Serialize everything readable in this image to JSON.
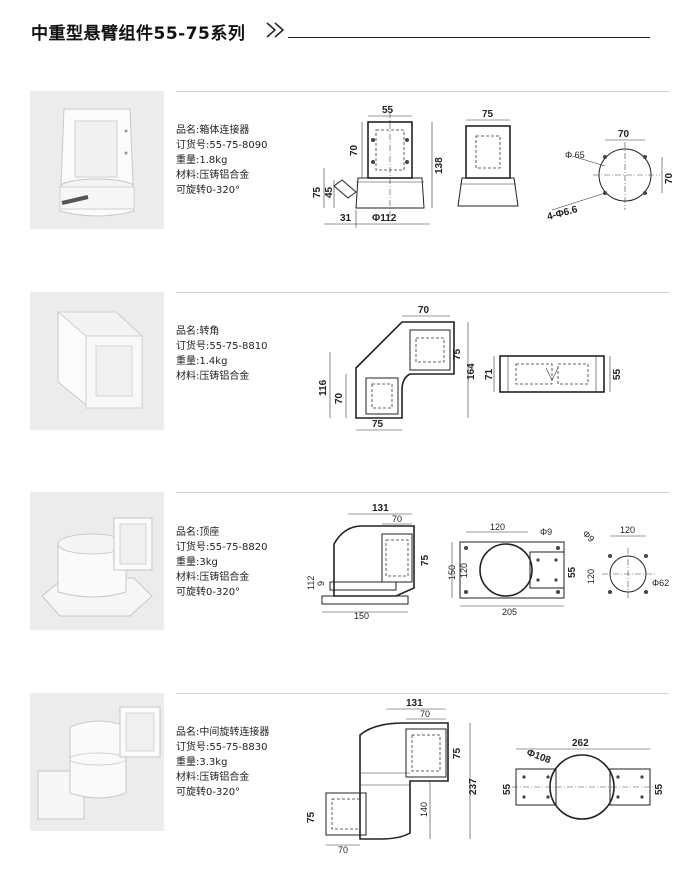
{
  "page": {
    "title": "中重型悬臂组件55-75系列"
  },
  "products": [
    {
      "name": "品名:箱体连接器",
      "order": "订货号:55-75-8090",
      "weight": "重量:1.8kg",
      "material": "材料:压铸铝合金",
      "rotation": "可旋转0-320°",
      "dims": {
        "d55": "55",
        "d70": "70",
        "d138": "138",
        "d75": "75",
        "d45": "45",
        "d31": "31",
        "d112": "Φ112",
        "d75b": "75",
        "d70b": "70",
        "d70c": "70",
        "d65": "Φ 65",
        "d66": "4-Φ6.6"
      }
    },
    {
      "name": "品名:转角",
      "order": "订货号:55-75-8810",
      "weight": "重量:1.4kg",
      "material": "材料:压铸铝合金",
      "dims": {
        "d70": "70",
        "d75": "75",
        "d164": "164",
        "d116": "116",
        "d70b": "70",
        "d75b": "75",
        "d71": "71",
        "d55": "55"
      }
    },
    {
      "name": "品名:顶座",
      "order": "订货号:55-75-8820",
      "weight": "重量:3kg",
      "material": "材料:压铸铝合金",
      "rotation": "可旋转0-320°",
      "dims": {
        "d131": "131",
        "d70": "70",
        "d75": "75",
        "d112": "112",
        "d9": "9",
        "d150": "150",
        "d120": "120",
        "d9b": "Φ9",
        "d150b": "150",
        "d120b": "120",
        "d55": "55",
        "d205": "205",
        "d9c": "Φ9",
        "d120c": "120",
        "d120d": "120",
        "d62": "Φ62"
      }
    },
    {
      "name": "品名:中间旋转连接器",
      "order": "订货号:55-75-8830",
      "weight": "重量:3.3kg",
      "material": "材料:压铸铝合金",
      "rotation": "可旋转0-320°",
      "dims": {
        "d131": "131",
        "d70": "70",
        "d75": "75",
        "d140": "140",
        "d237": "237",
        "d75b": "75",
        "d70b": "70",
        "d262": "262",
        "d108": "Φ108",
        "d55": "55",
        "d55b": "55"
      }
    }
  ]
}
